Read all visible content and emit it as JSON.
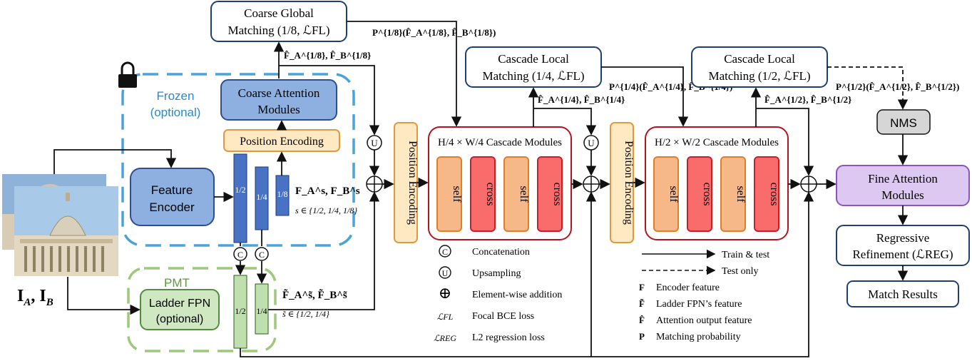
{
  "colors": {
    "frozen_border": "#4aa3d8",
    "pmt_border": "#9cc97c",
    "encoder_fill": "#8eb0e0",
    "encoder_border": "#2f4f8c",
    "pos_enc_fill": "#ffe9c2",
    "pos_enc_border": "#e09a3e",
    "self_fill": "#f6b789",
    "self_border": "#e07d2b",
    "cross_fill": "#f86c6c",
    "cross_border": "#c4202a",
    "cascade_border": "#b3141f",
    "fine_fill": "#dcc8f0",
    "fine_border": "#8a56b8",
    "nms_fill": "#d6d6d6",
    "ladder_fill": "#cfe8c2",
    "ladder_border": "#4f8f3a",
    "feat_bar_blue": "#4a72c4",
    "feat_bar_green": "#bfe0ae",
    "frozen_text": "#2a8ac9",
    "pmt_text": "#5a9a3a"
  },
  "inputs": {
    "label": "I_A, I_B"
  },
  "frozen": {
    "label_line1": "Frozen",
    "label_line2": "(optional)",
    "lock": "lock-icon"
  },
  "pmt": {
    "label": "PMT"
  },
  "feature_encoder": {
    "line1": "Feature",
    "line2": "Encoder"
  },
  "coarse_attention": {
    "line1": "Coarse Attention",
    "line2": "Modules"
  },
  "position_encoding_top": {
    "label": "Position Encoding"
  },
  "coarse_global": {
    "line1": "Coarse Global",
    "line2": "Matching (1/8, ℒFL)"
  },
  "feature_bars": {
    "f1": "1/2",
    "f2": "1/4",
    "f3": "1/8",
    "fs_label": "F_A^s, F_B^s",
    "s_set": "s ∈ {1/2, 1/4, 1/8}"
  },
  "ladder": {
    "line1": "Ladder FPN",
    "line2": "(optional)",
    "g1": "1/2",
    "g2": "1/4",
    "fs_label": "F̃_A^s̃, F̃_B^s̃",
    "s_set": "s̃ ∈ {1/2, 1/4}"
  },
  "concat_symbols": {
    "c": "C",
    "u": "U"
  },
  "pos_enc_vertical": {
    "label": "Position Encoding"
  },
  "cascade1": {
    "title": "H/4 × W/4 Cascade Modules",
    "blocks": [
      "self",
      "cross",
      "self",
      "cross"
    ]
  },
  "cascade2": {
    "title": "H/2 × W/2 Cascade Modules",
    "blocks": [
      "self",
      "cross",
      "self",
      "cross"
    ]
  },
  "local14": {
    "line1": "Cascade Local",
    "line2": "Matching (1/4, ℒFL)"
  },
  "local12": {
    "line1": "Cascade Local",
    "line2": "Matching (1/2, ℒFL)"
  },
  "arrow_labels": {
    "coarse_feat": "F̂_A^{1/8}, F̂_B^{1/8}",
    "p18": "P^{1/8}(F̂_A^{1/8}, F̂_B^{1/8})",
    "feat14": "F̂_A^{1/4}, F̂_B^{1/4}",
    "p14": "P^{1/4}(F̂_A^{1/4}, F̂_B^{1/4})",
    "feat12": "F̂_A^{1/2}, F̂_B^{1/2}",
    "p12": "P^{1/2}(F̂_A^{1/2}, F̂_B^{1/2})"
  },
  "nms": {
    "label": "NMS"
  },
  "fine_attention": {
    "line1": "Fine Attention",
    "line2": "Modules"
  },
  "regressive": {
    "line1": "Regressive",
    "line2": "Refinement (ℒREG)"
  },
  "match_results": {
    "label": "Match Results"
  },
  "legend_left": [
    {
      "symbol": "C",
      "text": "Concatenation"
    },
    {
      "symbol": "U",
      "text": "Upsampling"
    },
    {
      "symbol": "⊕",
      "text": "Element-wise addition"
    },
    {
      "symbol": "ℒFL",
      "text": "Focal BCE loss"
    },
    {
      "symbol": "ℒREG",
      "text": "L2 regression loss"
    }
  ],
  "legend_right": [
    {
      "symbol": "solid",
      "text": "Train & test"
    },
    {
      "symbol": "dashed",
      "text": "Test only"
    },
    {
      "symbol": "F",
      "text": "Encoder feature"
    },
    {
      "symbol": "F̃",
      "text": "Ladder FPN’s feature"
    },
    {
      "symbol": "F̂",
      "text": "Attention output feature"
    },
    {
      "symbol": "P",
      "text": "Matching probability"
    }
  ]
}
